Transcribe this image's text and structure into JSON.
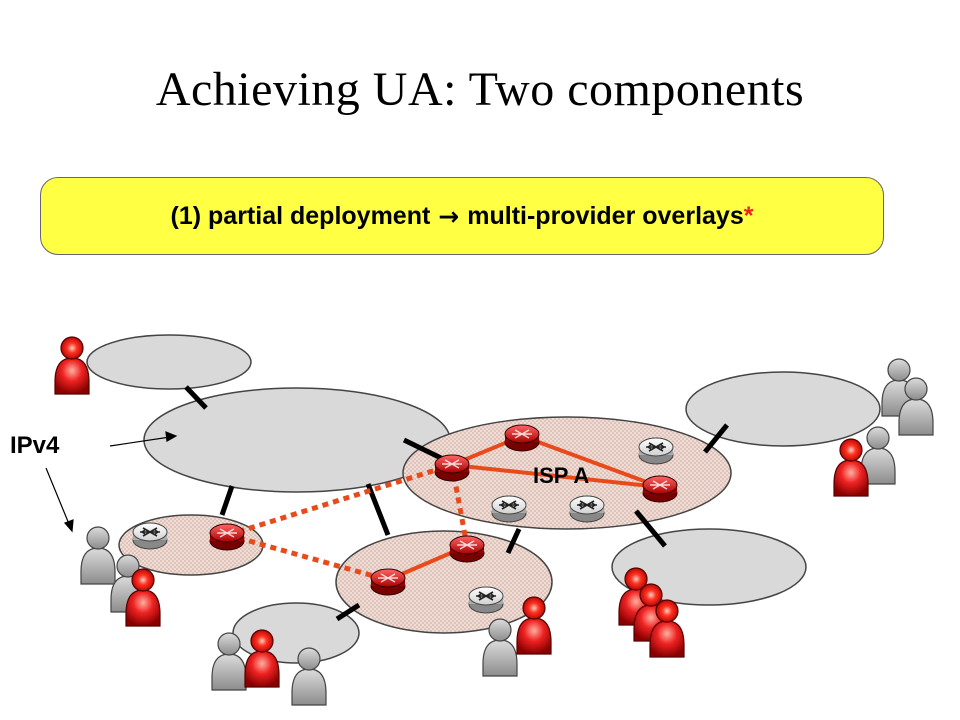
{
  "slide": {
    "title": "Achieving UA: Two components",
    "callout": {
      "prefix": "(1) partial deployment",
      "arrow": "→",
      "suffix": "multi-provider overlays",
      "asterisk": "*"
    },
    "labels": {
      "ipv4": "IPv4",
      "isp_a": "ISP A"
    },
    "colors": {
      "callout_bg": "#ffff44",
      "overlay_link": "#e84a1c",
      "router_red": "#cc0000",
      "router_white": "#ffffff",
      "cloud_gray": "#d9d9d9",
      "user_gray": "#a0a0a0",
      "user_red": "#dd1111"
    },
    "icons": [
      "router-icon",
      "user-icon",
      "arrow-icon"
    ]
  }
}
